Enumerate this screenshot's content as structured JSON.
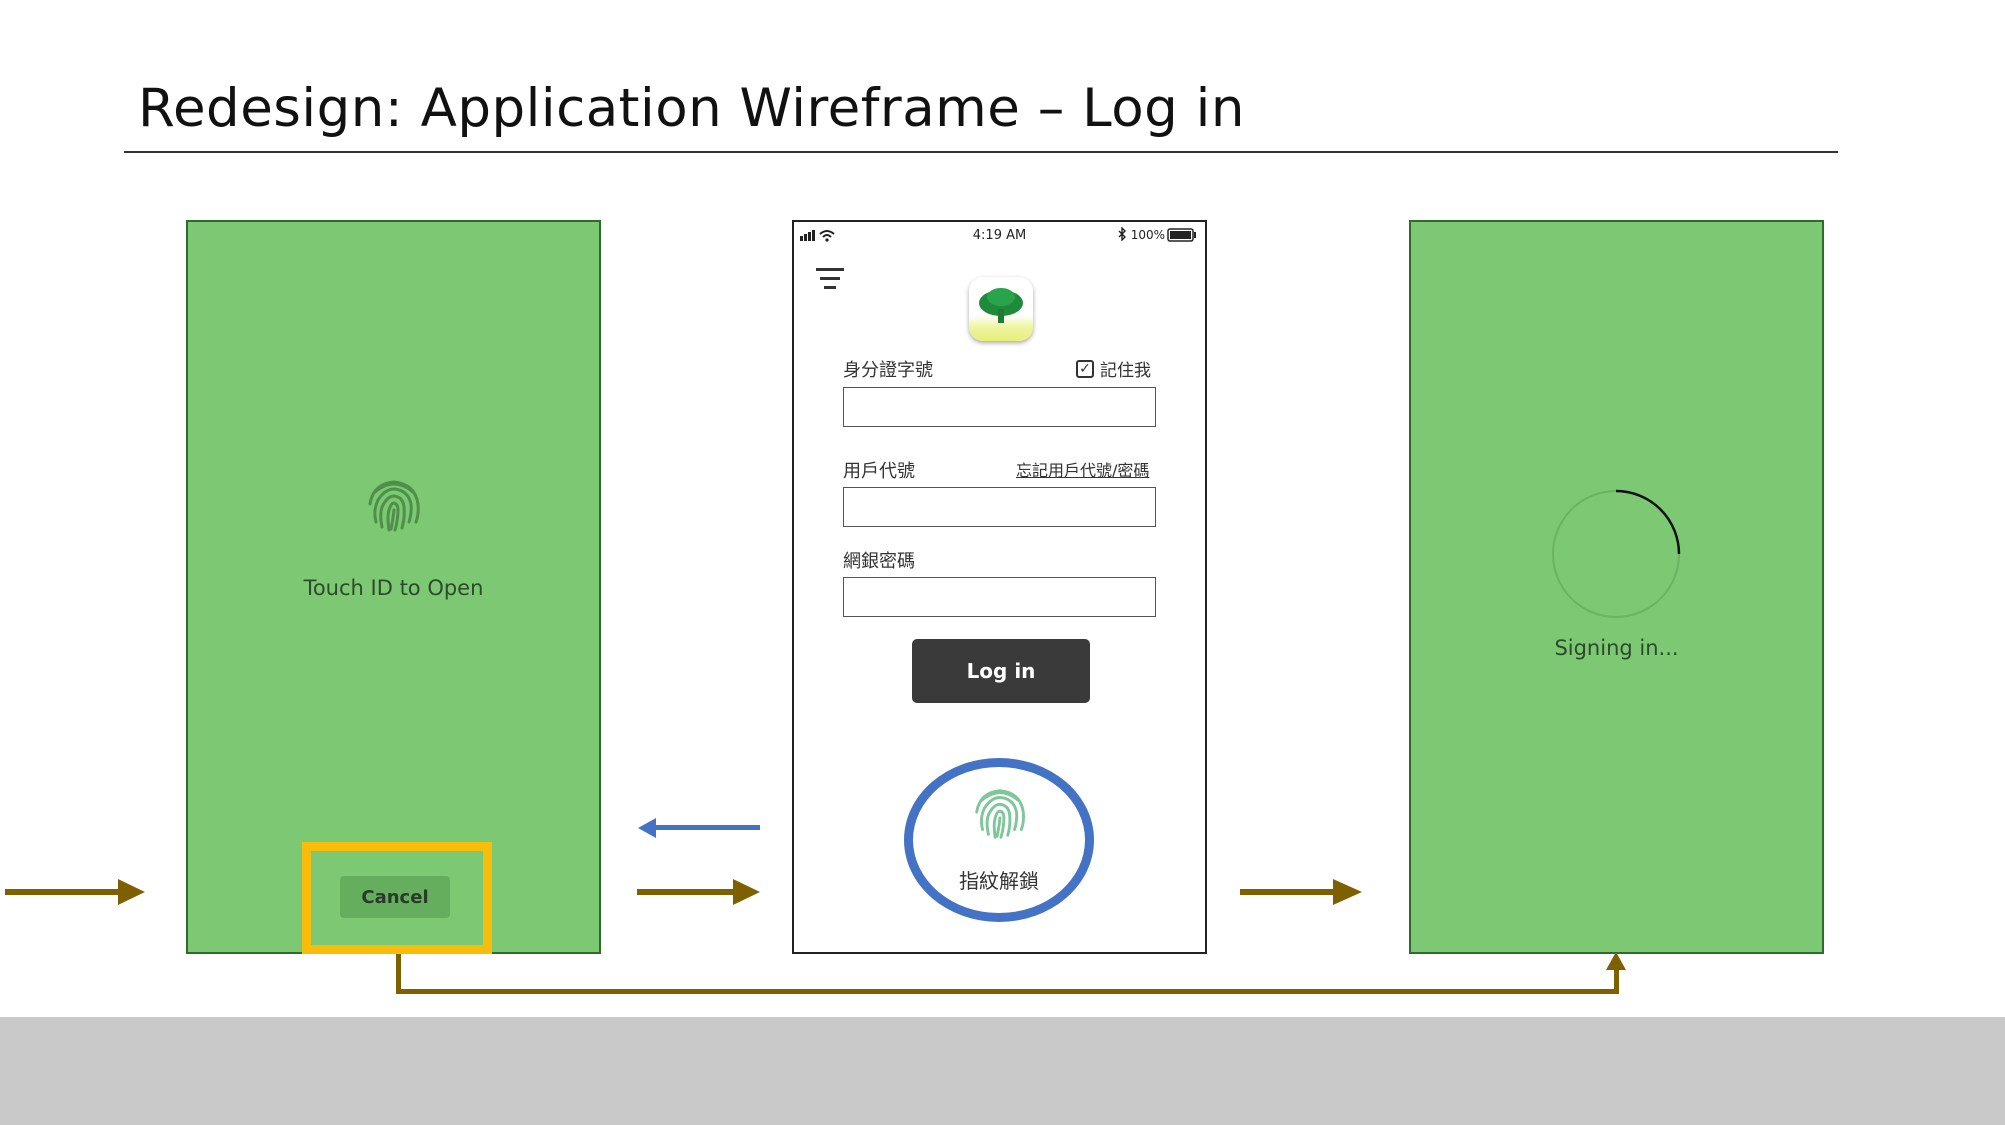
{
  "slide": {
    "title": "Redesign: Application Wireframe – Log in"
  },
  "touch_screen": {
    "label": "Touch ID to Open",
    "cancel_label": "Cancel"
  },
  "login_screen": {
    "status_time": "4:19 AM",
    "status_battery": "100%",
    "id_label": "身分證字號",
    "remember_label": "記住我",
    "remember_checked": true,
    "user_code_label": "用戶代號",
    "forgot_link": "忘記用戶代號/密碼",
    "password_label": "網銀密碼",
    "login_button": "Log in",
    "fingerprint_unlock": "指紋解鎖"
  },
  "signing_screen": {
    "label": "Signing in..."
  },
  "colors": {
    "screen_green": "#7dc872",
    "highlight_yellow": "#f7bd0a",
    "highlight_blue": "#4472c4",
    "flow_arrow": "#7f6000",
    "back_arrow": "#4472c4"
  }
}
